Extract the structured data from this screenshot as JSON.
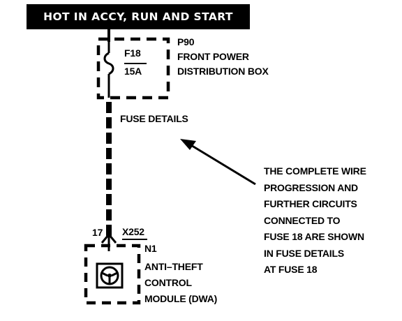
{
  "banner": {
    "text": "HOT IN ACCY, RUN AND  START"
  },
  "fuse": {
    "name": "F18",
    "rating": "15A",
    "box_code": "P90",
    "box_name_line1": "FRONT POWER",
    "box_name_line2": "DISTRIBUTION BOX"
  },
  "wire": {
    "label": "FUSE DETAILS"
  },
  "connector": {
    "pin": "17",
    "code": "X252"
  },
  "module": {
    "code": "N1",
    "name_line1": "ANTI–THEFT",
    "name_line2": "CONTROL",
    "name_line3": "MODULE (DWA)"
  },
  "note": {
    "lines": [
      "THE COMPLETE WIRE",
      "PROGRESSION AND",
      "FURTHER CIRCUITS",
      "CONNECTED TO",
      "FUSE 18 ARE SHOWN",
      "IN FUSE  DETAILS",
      "AT FUSE 18"
    ]
  },
  "colors": {
    "ink": "#000000",
    "paper": "#ffffff"
  },
  "icons": {
    "fuse": "fuse-symbol-icon",
    "module": "steering-wheel-icon",
    "pointer": "arrow-icon"
  }
}
